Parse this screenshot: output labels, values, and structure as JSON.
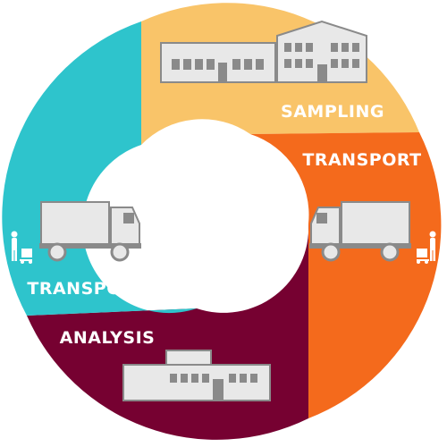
{
  "diagram": {
    "segments": [
      {
        "id": "sampling",
        "label": "SAMPLING",
        "color": "#f9c469",
        "icon": "warehouse-icon"
      },
      {
        "id": "transport-right",
        "label": "TRANSPORT",
        "color": "#f46a1c",
        "icon": "truck-icon"
      },
      {
        "id": "analysis",
        "label": "ANALYSIS",
        "color": "#760131",
        "icon": "laboratory-building-icon"
      },
      {
        "id": "transport-left",
        "label": "TRANSPORT",
        "color": "#2ec4cc",
        "icon": "truck-icon"
      }
    ]
  }
}
